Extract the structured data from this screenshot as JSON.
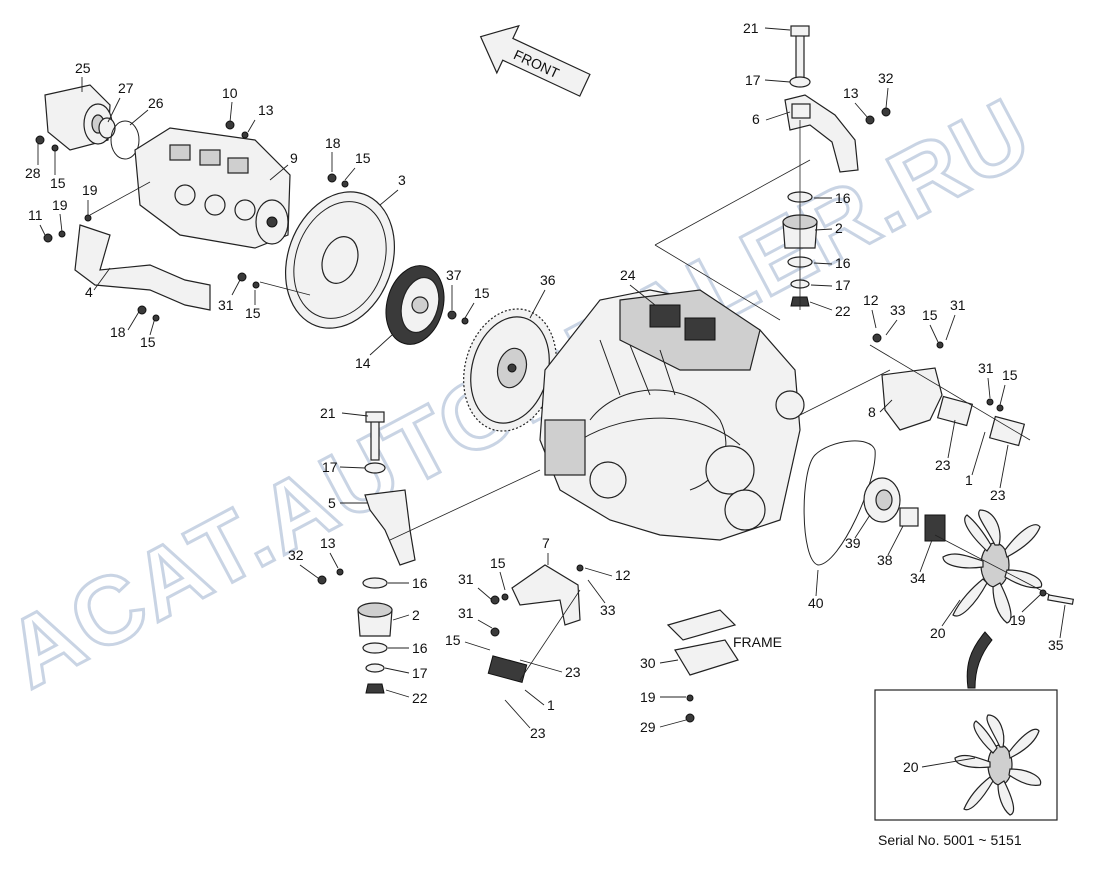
{
  "watermark": {
    "line1": "ACAT.AUTODEALER.RU",
    "color": "#c9d4e4"
  },
  "front_arrow": {
    "text": "FRONT"
  },
  "frame_label": "FRAME",
  "serial_note": "Serial No. 5001 ~ 5151",
  "parts": [
    {
      "id": "p25",
      "num": "25"
    },
    {
      "id": "p27",
      "num": "27"
    },
    {
      "id": "p26",
      "num": "26"
    },
    {
      "id": "p10",
      "num": "10"
    },
    {
      "id": "p13a",
      "num": "13"
    },
    {
      "id": "p9",
      "num": "9"
    },
    {
      "id": "p28",
      "num": "28"
    },
    {
      "id": "p15a",
      "num": "15"
    },
    {
      "id": "p19a",
      "num": "19"
    },
    {
      "id": "p11",
      "num": "11"
    },
    {
      "id": "p19b",
      "num": "19"
    },
    {
      "id": "p4",
      "num": "4"
    },
    {
      "id": "p18a",
      "num": "18"
    },
    {
      "id": "p15b",
      "num": "15"
    },
    {
      "id": "p18b",
      "num": "18"
    },
    {
      "id": "p15c",
      "num": "15"
    },
    {
      "id": "p3",
      "num": "3"
    },
    {
      "id": "p31a",
      "num": "31"
    },
    {
      "id": "p15d",
      "num": "15"
    },
    {
      "id": "p14",
      "num": "14"
    },
    {
      "id": "p37",
      "num": "37"
    },
    {
      "id": "p15e",
      "num": "15"
    },
    {
      "id": "p36",
      "num": "36"
    },
    {
      "id": "p24",
      "num": "24"
    },
    {
      "id": "p21a",
      "num": "21"
    },
    {
      "id": "p17a",
      "num": "17"
    },
    {
      "id": "p6",
      "num": "6"
    },
    {
      "id": "p13b",
      "num": "13"
    },
    {
      "id": "p32a",
      "num": "32"
    },
    {
      "id": "p16a",
      "num": "16"
    },
    {
      "id": "p2a",
      "num": "2"
    },
    {
      "id": "p16b",
      "num": "16"
    },
    {
      "id": "p17b",
      "num": "17"
    },
    {
      "id": "p22a",
      "num": "22"
    },
    {
      "id": "p12a",
      "num": "12"
    },
    {
      "id": "p33a",
      "num": "33"
    },
    {
      "id": "p15f",
      "num": "15"
    },
    {
      "id": "p31b",
      "num": "31"
    },
    {
      "id": "p31c",
      "num": "31"
    },
    {
      "id": "p15g",
      "num": "15"
    },
    {
      "id": "p8",
      "num": "8"
    },
    {
      "id": "p23a",
      "num": "23"
    },
    {
      "id": "p1a",
      "num": "1"
    },
    {
      "id": "p23b",
      "num": "23"
    },
    {
      "id": "p21b",
      "num": "21"
    },
    {
      "id": "p17c",
      "num": "17"
    },
    {
      "id": "p5",
      "num": "5"
    },
    {
      "id": "p32b",
      "num": "32"
    },
    {
      "id": "p13c",
      "num": "13"
    },
    {
      "id": "p16c",
      "num": "16"
    },
    {
      "id": "p2b",
      "num": "2"
    },
    {
      "id": "p16d",
      "num": "16"
    },
    {
      "id": "p17d",
      "num": "17"
    },
    {
      "id": "p22b",
      "num": "22"
    },
    {
      "id": "p7",
      "num": "7"
    },
    {
      "id": "p31d",
      "num": "31"
    },
    {
      "id": "p15h",
      "num": "15"
    },
    {
      "id": "p12b",
      "num": "12"
    },
    {
      "id": "p33b",
      "num": "33"
    },
    {
      "id": "p31e",
      "num": "31"
    },
    {
      "id": "p15i",
      "num": "15"
    },
    {
      "id": "p23c",
      "num": "23"
    },
    {
      "id": "p1b",
      "num": "1"
    },
    {
      "id": "p23d",
      "num": "23"
    },
    {
      "id": "p30",
      "num": "30"
    },
    {
      "id": "p19c",
      "num": "19"
    },
    {
      "id": "p29",
      "num": "29"
    },
    {
      "id": "p39",
      "num": "39"
    },
    {
      "id": "p38",
      "num": "38"
    },
    {
      "id": "p34",
      "num": "34"
    },
    {
      "id": "p40",
      "num": "40"
    },
    {
      "id": "p20a",
      "num": "20"
    },
    {
      "id": "p19d",
      "num": "19"
    },
    {
      "id": "p35",
      "num": "35"
    },
    {
      "id": "p20b",
      "num": "20"
    }
  ]
}
